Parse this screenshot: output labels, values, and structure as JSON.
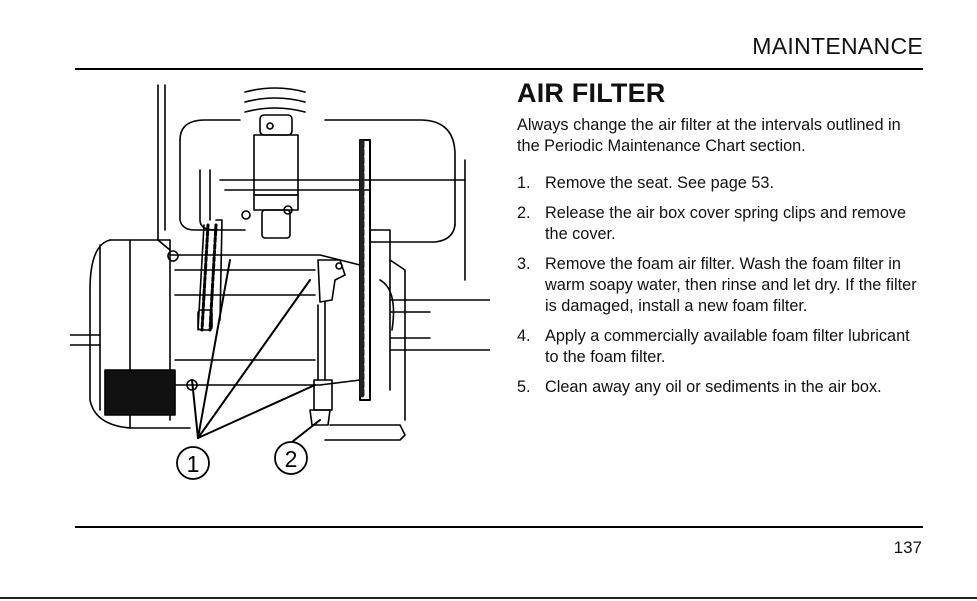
{
  "header": {
    "section": "MAINTENANCE"
  },
  "section": {
    "title": "AIR FILTER",
    "intro": "Always change the air filter at the intervals outlined in the Periodic Maintenance Chart section."
  },
  "steps": [
    {
      "number": "1.",
      "text": "Remove the seat. See page 53."
    },
    {
      "number": "2.",
      "text": "Release the air box cover spring clips and remove the cover."
    },
    {
      "number": "3.",
      "text": "Remove the foam air filter. Wash the foam filter in warm soapy water, then rinse and let dry. If the filter is damaged, install a new foam filter."
    },
    {
      "number": "4.",
      "text": "Apply a commercially available foam filter lubricant to the foam filter."
    },
    {
      "number": "5.",
      "text": "Clean away any oil or sediments in the air box."
    }
  ],
  "illustration": {
    "callouts": [
      {
        "label": "1"
      },
      {
        "label": "2"
      }
    ]
  },
  "footer": {
    "page_number": "137"
  }
}
